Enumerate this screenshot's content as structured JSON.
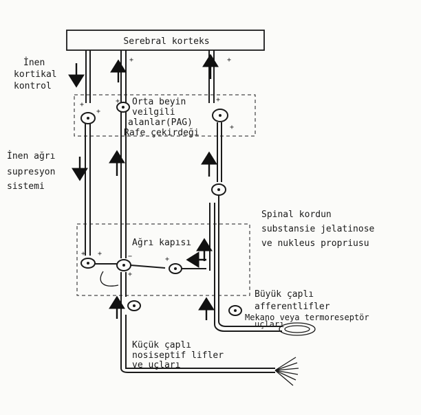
{
  "cortex_label": "Serebral korteks",
  "left_labels": {
    "descending_control": [
      "İnen",
      "kortikal",
      "kontrol"
    ],
    "descending_pain_suppression": [
      "İnen ağrı",
      "supresyon",
      "sistemi"
    ]
  },
  "midbrain_label": [
    "Orta beyin",
    "veilgili",
    "alanlar(PAG)",
    "Rafe çekirdeği"
  ],
  "pain_gate_label": "Ağrı kapısı",
  "spinal_label": [
    "Spinal kordun",
    "substansie jelatinose",
    "ve nukleus propriusu"
  ],
  "large_fiber_label": [
    "Büyük çaplı",
    "afferentlifler"
  ],
  "mechano_label": [
    "Mekano veya termoreseptör",
    "uçları"
  ],
  "small_fiber_label": [
    "Küçük çaplı",
    "nosiseptif lifler",
    "ve uçları"
  ],
  "signs": {
    "plus": "+",
    "minus": "−"
  },
  "colors": {
    "ink": "#1a1a1a",
    "paper": "#fbfbf9"
  }
}
